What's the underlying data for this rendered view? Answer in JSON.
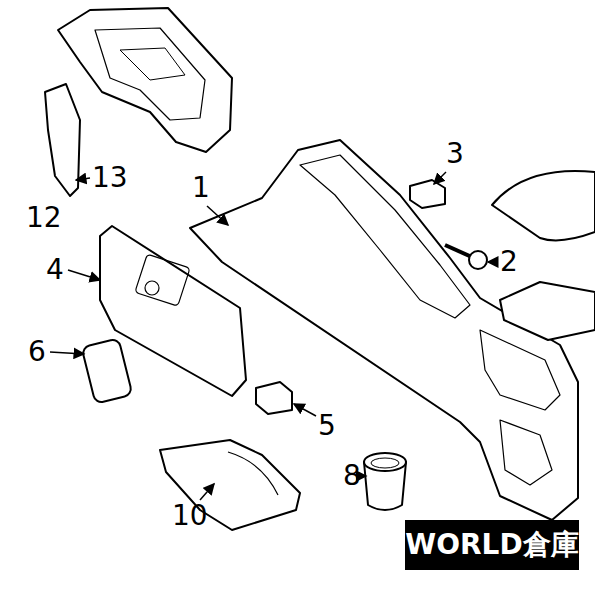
{
  "diagram": {
    "labels": [
      "3",
      "13",
      "1",
      "12",
      "2",
      "4",
      "6",
      "5",
      "8",
      "10",
      "WORLD倉庫"
    ]
  }
}
